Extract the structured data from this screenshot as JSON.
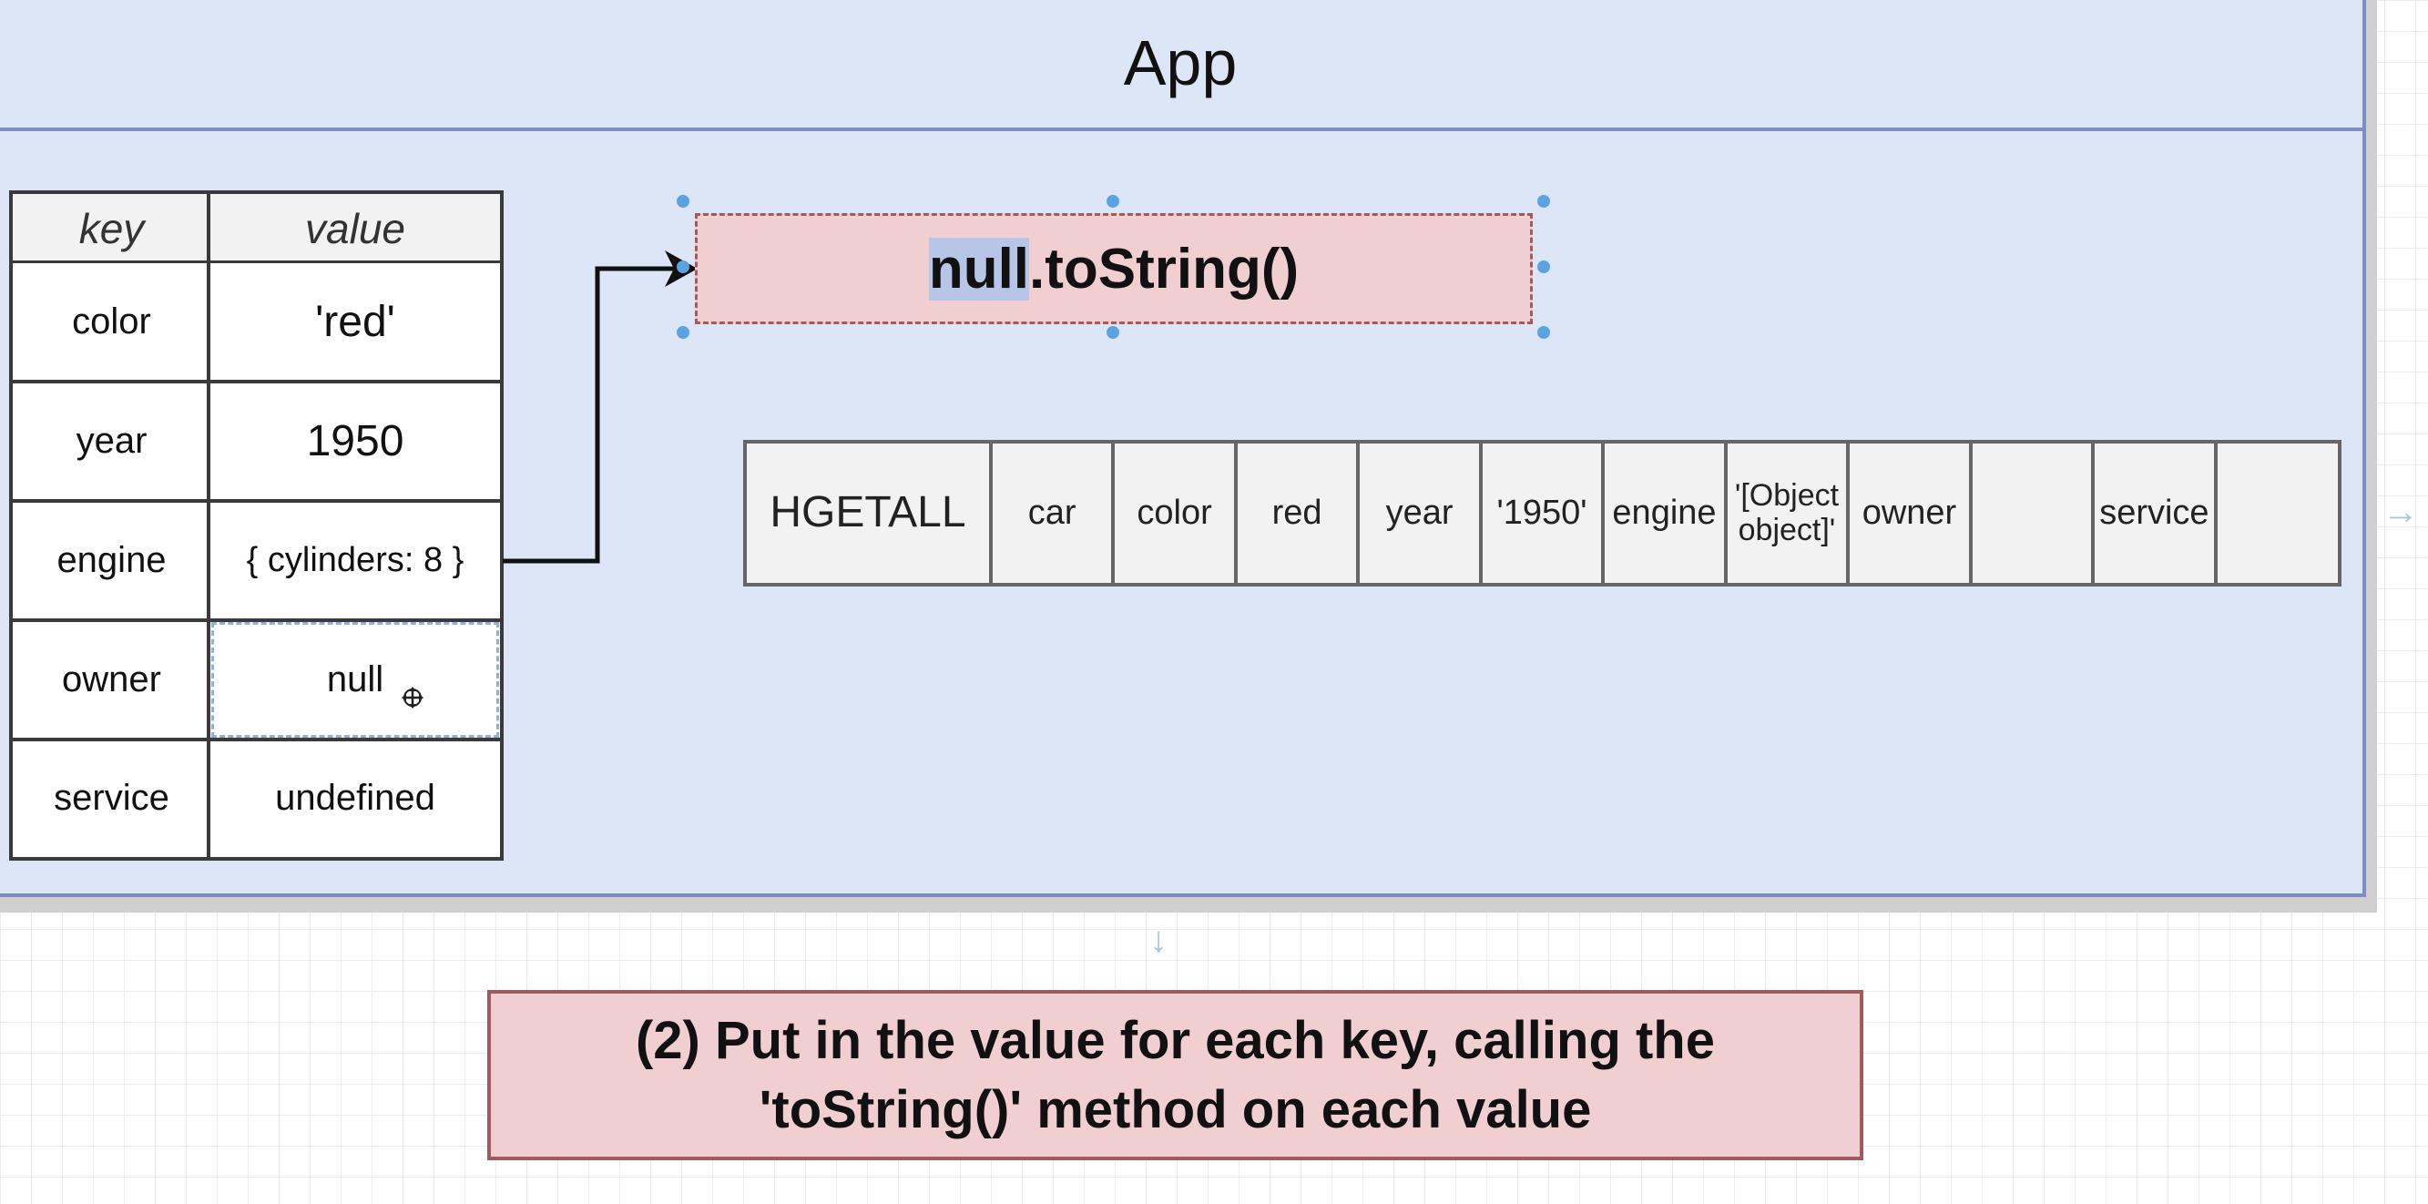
{
  "app": {
    "title": "App"
  },
  "table": {
    "headers": {
      "key": "key",
      "value": "value"
    },
    "rows": [
      {
        "key": "color",
        "value": "'red'"
      },
      {
        "key": "year",
        "value": "1950"
      },
      {
        "key": "engine",
        "value": "{ cylinders: 8 }"
      },
      {
        "key": "owner",
        "value": "null"
      },
      {
        "key": "service",
        "value": "undefined"
      }
    ]
  },
  "selected_box": {
    "highlight": "null",
    "rest": ".toString()"
  },
  "hgetall": {
    "cells": [
      "HGETALL",
      "car",
      "color",
      "red",
      "year",
      "'1950'",
      "engine",
      "'[Object object]'",
      "owner",
      "",
      "service",
      ""
    ]
  },
  "caption": {
    "line1": "(2) Put in the value for each key, calling the",
    "line2": "'toString()' method on each value"
  },
  "colors": {
    "container_fill": "#dce6f6",
    "container_border": "#7b8ec4",
    "note_fill": "#f1cfd1",
    "note_border": "#a35a5c",
    "selection_handle": "#5aa2e0"
  }
}
